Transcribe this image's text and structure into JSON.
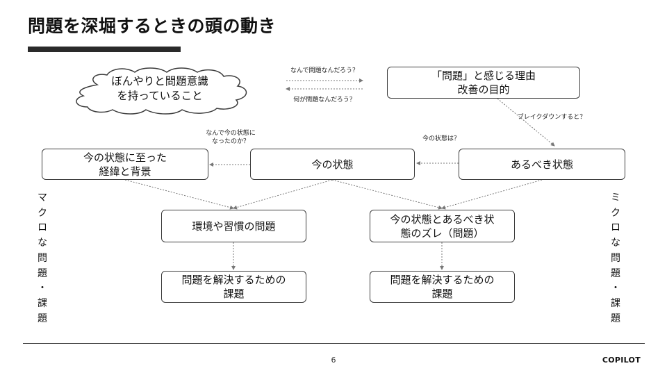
{
  "title": "問題を深堀するときの頭の動き",
  "cloud": {
    "label": "ぼんやりと問題意識\nを持っていること"
  },
  "boxes": {
    "reason": "「問題」と感じる理由\n改善の目的",
    "ideal": "あるべき状態",
    "current": "今の状態",
    "history": "今の状態に至った\n経緯と背景",
    "env_problem": "環境や習慣の問題",
    "gap_problem": "今の状態とあるべき状\n態のズレ（問題）",
    "task_left": "問題を解決するための\n課題",
    "task_right": "問題を解決するための\n課題"
  },
  "annotations": {
    "why_problem": "なんで問題なんだろう？",
    "what_problem": "何が問題なんだろう？",
    "breakdown": "ブレイクダウンすると？",
    "current_q": "今の状態は？",
    "how_current": "なんで今の状態に\nなったのか？"
  },
  "side_labels": {
    "left": [
      "マ",
      "ク",
      "ロ",
      "な",
      "問",
      "題",
      "・",
      "課",
      "題"
    ],
    "right": [
      "ミ",
      "ク",
      "ロ",
      "な",
      "問",
      "題",
      "・",
      "課",
      "題"
    ]
  },
  "footer": {
    "page": "6",
    "brand": "COPILOT"
  }
}
